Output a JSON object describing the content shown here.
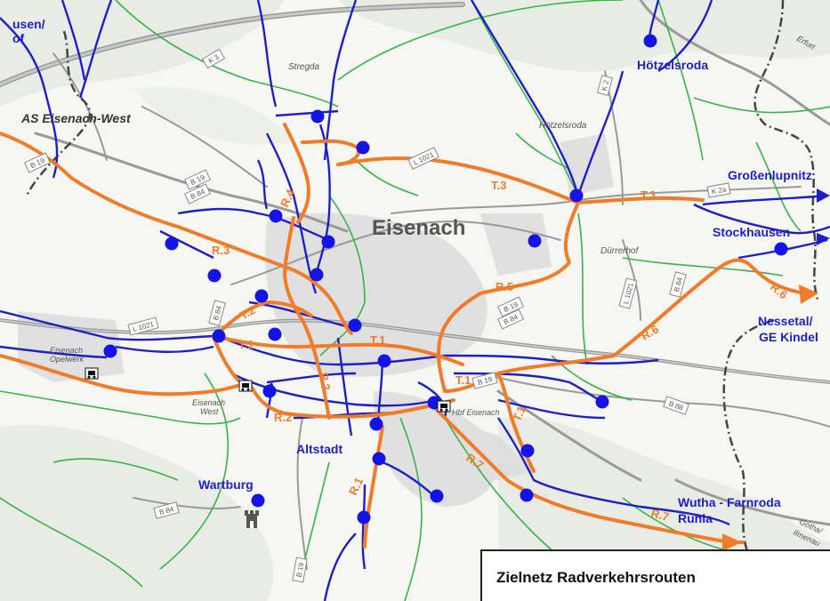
{
  "title": "Zielnetz Radverkehrsrouten",
  "colors": {
    "orange_route": "#f07c2a",
    "blue_route": "#1f1fc8",
    "green_path": "#37b34a",
    "road_gray": "#9a9a9a",
    "boundary": "#444444",
    "poi_dot": "#1414e6",
    "terrain": "#eef0ea"
  },
  "places": [
    {
      "name": "Eisenach",
      "style": "city"
    },
    {
      "name": "Hötzelsroda",
      "style": "poi"
    },
    {
      "name": "Großenlupnitz",
      "style": "poi"
    },
    {
      "name": "Stockhausen",
      "style": "poi"
    },
    {
      "name": "Nessetal/",
      "style": "poi"
    },
    {
      "name": "GE Kindel",
      "style": "poi"
    },
    {
      "name": "Altstadt",
      "style": "poi"
    },
    {
      "name": "Wartburg",
      "style": "poi"
    },
    {
      "name": "Wutha - Farnroda",
      "style": "poi"
    },
    {
      "name": "Ruhla",
      "style": "poi"
    },
    {
      "name": "usen/",
      "style": "poi"
    },
    {
      "name": "of",
      "style": "poi"
    },
    {
      "name": "AS Eisenach-West",
      "style": "dark"
    },
    {
      "name": "Stregda",
      "style": "small"
    },
    {
      "name": "Hötzelsroda",
      "style": "small"
    },
    {
      "name": "Dürrerhof",
      "style": "small"
    },
    {
      "name": "Eisenach",
      "style": "small"
    },
    {
      "name": "Opelwerk",
      "style": "small"
    },
    {
      "name": "Eisenach",
      "style": "small"
    },
    {
      "name": "West",
      "style": "small"
    },
    {
      "name": "Hbf Eisenach",
      "style": "small"
    },
    {
      "name": "Erfurt",
      "style": "small"
    },
    {
      "name": "Gotha/",
      "style": "small"
    },
    {
      "name": "Ilmenau",
      "style": "small"
    }
  ],
  "routes": [
    "T.3",
    "T.3",
    "R.4",
    "R.3",
    "R.5",
    "T.2",
    "T.1",
    "T.1",
    "T.1",
    "T.1",
    "R.3",
    "R.6",
    "R.6",
    "R.2",
    "R.1",
    "R.7",
    "R.7"
  ],
  "roads": [
    "K 3",
    "B 19",
    "B 19",
    "B 84",
    "L 1021",
    "K 2",
    "K 2a",
    "L 1021",
    "B 19",
    "B 84",
    "B 84",
    "B 84",
    "L 1021",
    "B 19",
    "B 88",
    "B 84",
    "B 19"
  ]
}
